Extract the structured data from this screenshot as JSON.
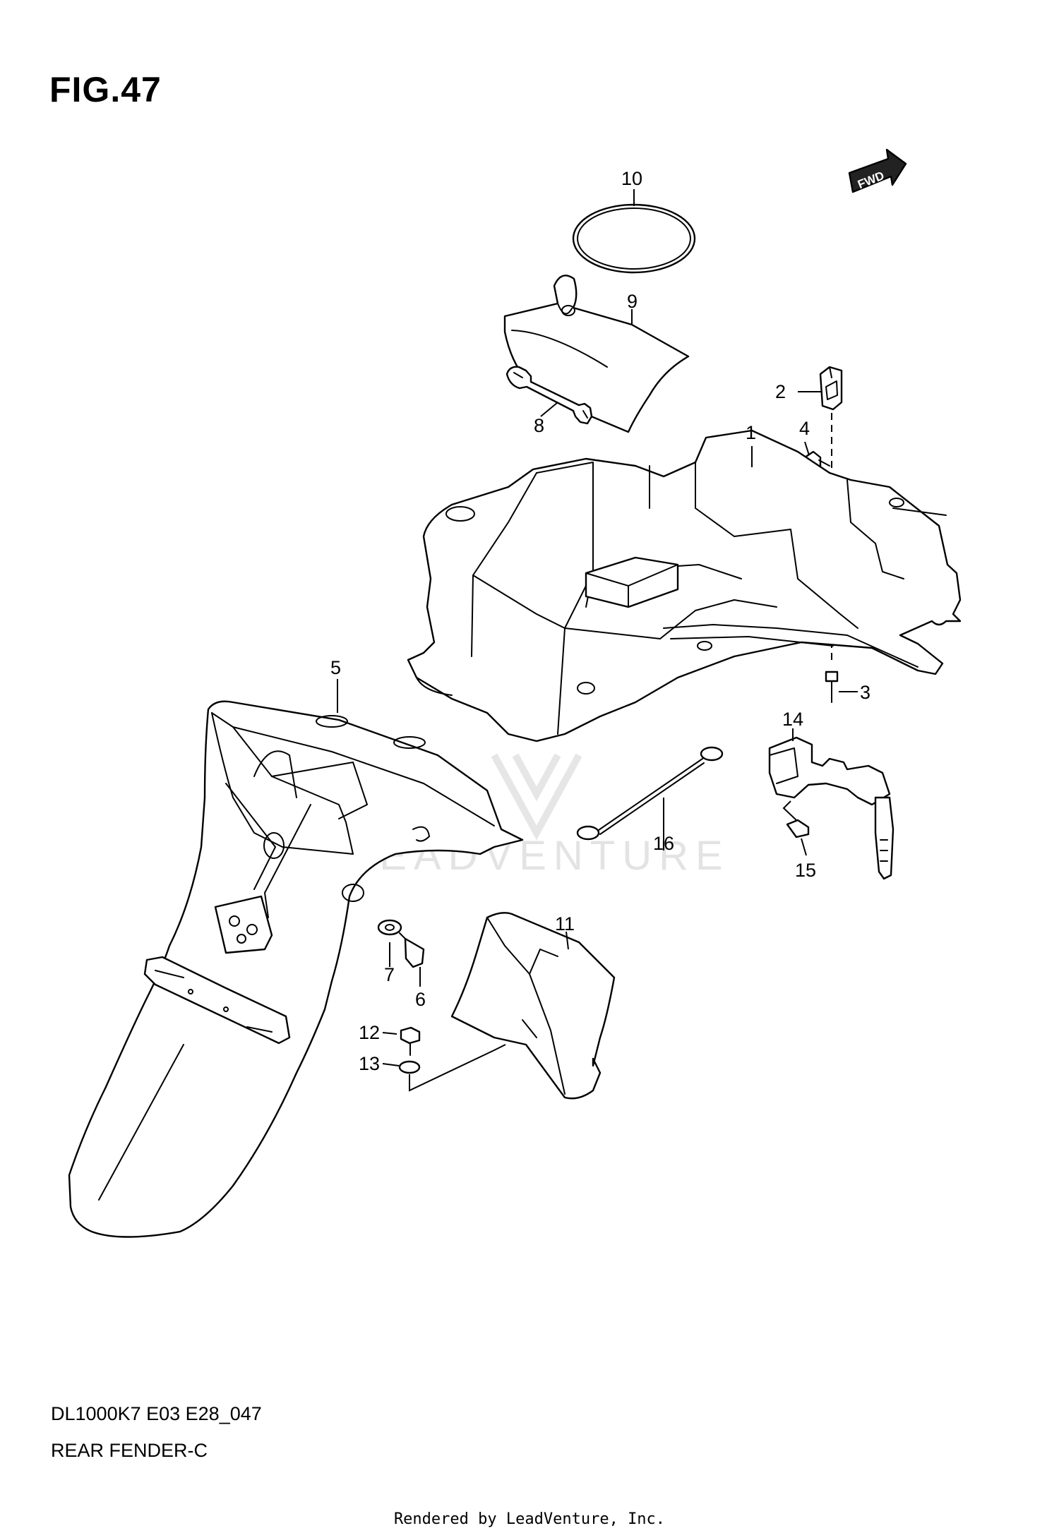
{
  "figure": {
    "title": "FIG.47"
  },
  "direction_marker": {
    "label": "FWD",
    "icon": "fwd-arrow-icon"
  },
  "watermark": {
    "text": "LEADVENTURE",
    "icon": "leadventure-logo-icon"
  },
  "callouts": [
    {
      "id": "1",
      "label": "1"
    },
    {
      "id": "2",
      "label": "2"
    },
    {
      "id": "3",
      "label": "3"
    },
    {
      "id": "4",
      "label": "4"
    },
    {
      "id": "5",
      "label": "5"
    },
    {
      "id": "6",
      "label": "6"
    },
    {
      "id": "7",
      "label": "7"
    },
    {
      "id": "8",
      "label": "8"
    },
    {
      "id": "9",
      "label": "9"
    },
    {
      "id": "10",
      "label": "10"
    },
    {
      "id": "11",
      "label": "11"
    },
    {
      "id": "12",
      "label": "12"
    },
    {
      "id": "13",
      "label": "13"
    },
    {
      "id": "14",
      "label": "14"
    },
    {
      "id": "15",
      "label": "15"
    },
    {
      "id": "16",
      "label": "16"
    }
  ],
  "caption": {
    "model_code": "DL1000K7 E03 E28_047",
    "section_name": "REAR FENDER-C"
  },
  "footer": {
    "rendered_by": "Rendered by LeadVenture, Inc."
  }
}
